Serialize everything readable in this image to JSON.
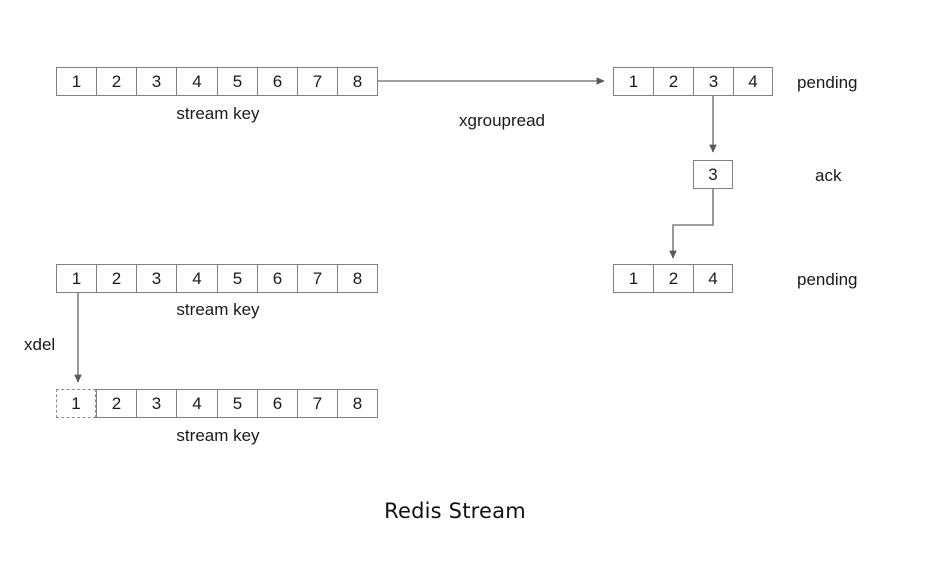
{
  "title": "Redis Stream",
  "colors": {
    "box_border": "#808080",
    "dashed_border": "#8d8d8d",
    "arrow": "#595959",
    "text": "#1a1a1a",
    "background": "#ffffff"
  },
  "rows": {
    "stream_top": {
      "caption": "stream key",
      "cells": [
        "1",
        "2",
        "3",
        "4",
        "5",
        "6",
        "7",
        "8"
      ]
    },
    "pending_top": {
      "caption": "pending",
      "cells": [
        "1",
        "2",
        "3",
        "4"
      ]
    },
    "ack_box": {
      "caption": "ack",
      "cells": [
        "3"
      ]
    },
    "pending_bottom": {
      "caption": "pending",
      "cells": [
        "1",
        "2",
        "4"
      ]
    },
    "stream_before_del": {
      "caption": "stream key",
      "cells": [
        "1",
        "2",
        "3",
        "4",
        "5",
        "6",
        "7",
        "8"
      ]
    },
    "stream_after_del": {
      "caption": "stream key",
      "cells": [
        "1",
        "2",
        "3",
        "4",
        "5",
        "6",
        "7",
        "8"
      ],
      "deleted_index": 0
    }
  },
  "edges": {
    "xgroupread": "xgroupread",
    "xdel": "xdel"
  }
}
